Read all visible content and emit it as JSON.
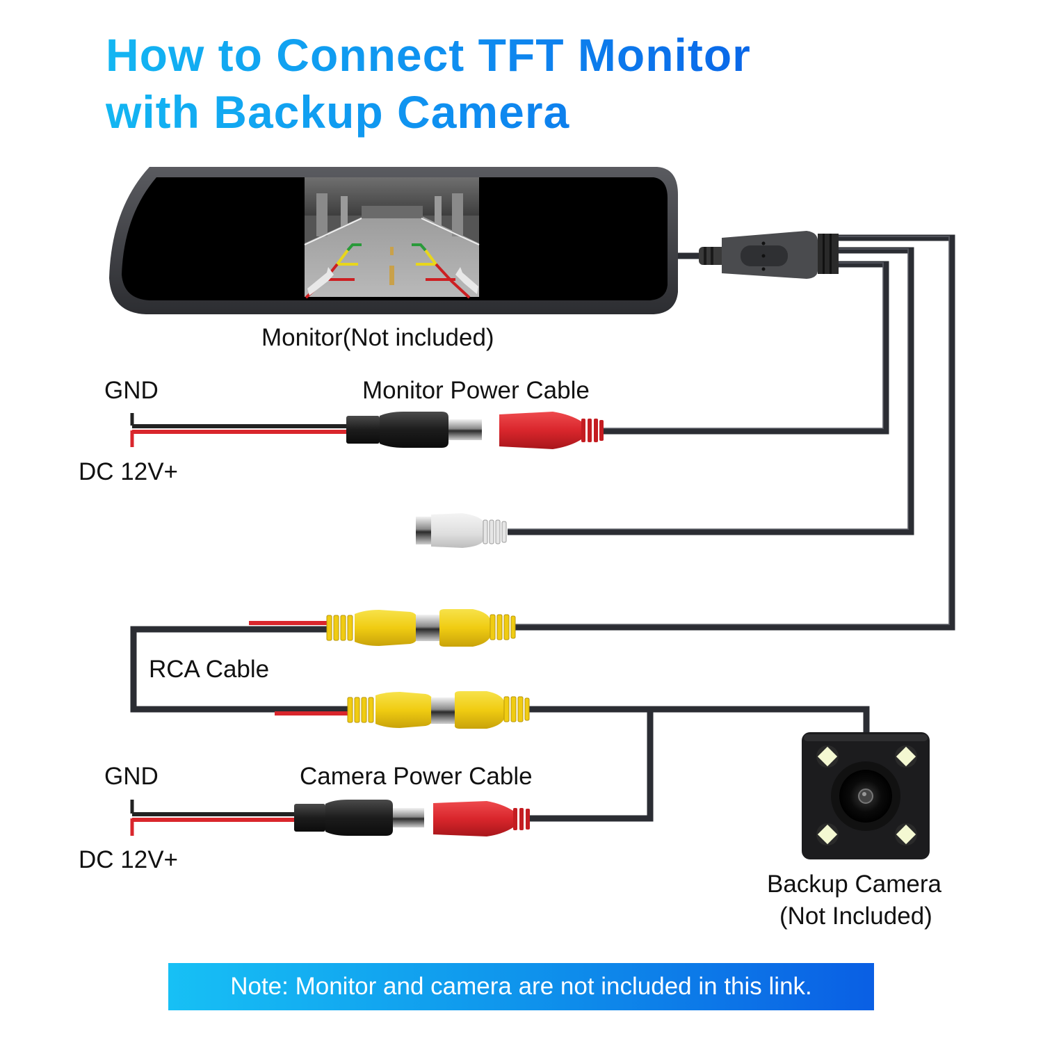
{
  "title": {
    "line1": "How to Connect TFT Monitor",
    "line2": "with Backup Camera"
  },
  "labels": {
    "monitor": "Monitor(Not included)",
    "monitor_power_cable": "Monitor Power Cable",
    "gnd_top": "GND",
    "dc_top": "DC 12V+",
    "rca_cable": "RCA Cable",
    "camera_power_cable": "Camera Power Cable",
    "gnd_bottom": "GND",
    "dc_bottom": "DC 12V+",
    "backup_camera_line1": "Backup Camera",
    "backup_camera_line2": "(Not Included)"
  },
  "note": "Note: Monitor and camera are not included in this link.",
  "colors": {
    "title_start": "#13b6f2",
    "title_end": "#0a67e8",
    "cable": "#2b2d33",
    "red_wire": "#d9262c",
    "rca_yellow": "#f2d21a",
    "power_red": "#d9262c",
    "note_start": "#17c0f5",
    "note_end": "#0a5fe4"
  },
  "components": {
    "monitor": "rear-view mirror monitor with parking guide lines",
    "monitor_screen_guides": [
      "green",
      "yellow",
      "red"
    ],
    "camera_leds": 4
  }
}
